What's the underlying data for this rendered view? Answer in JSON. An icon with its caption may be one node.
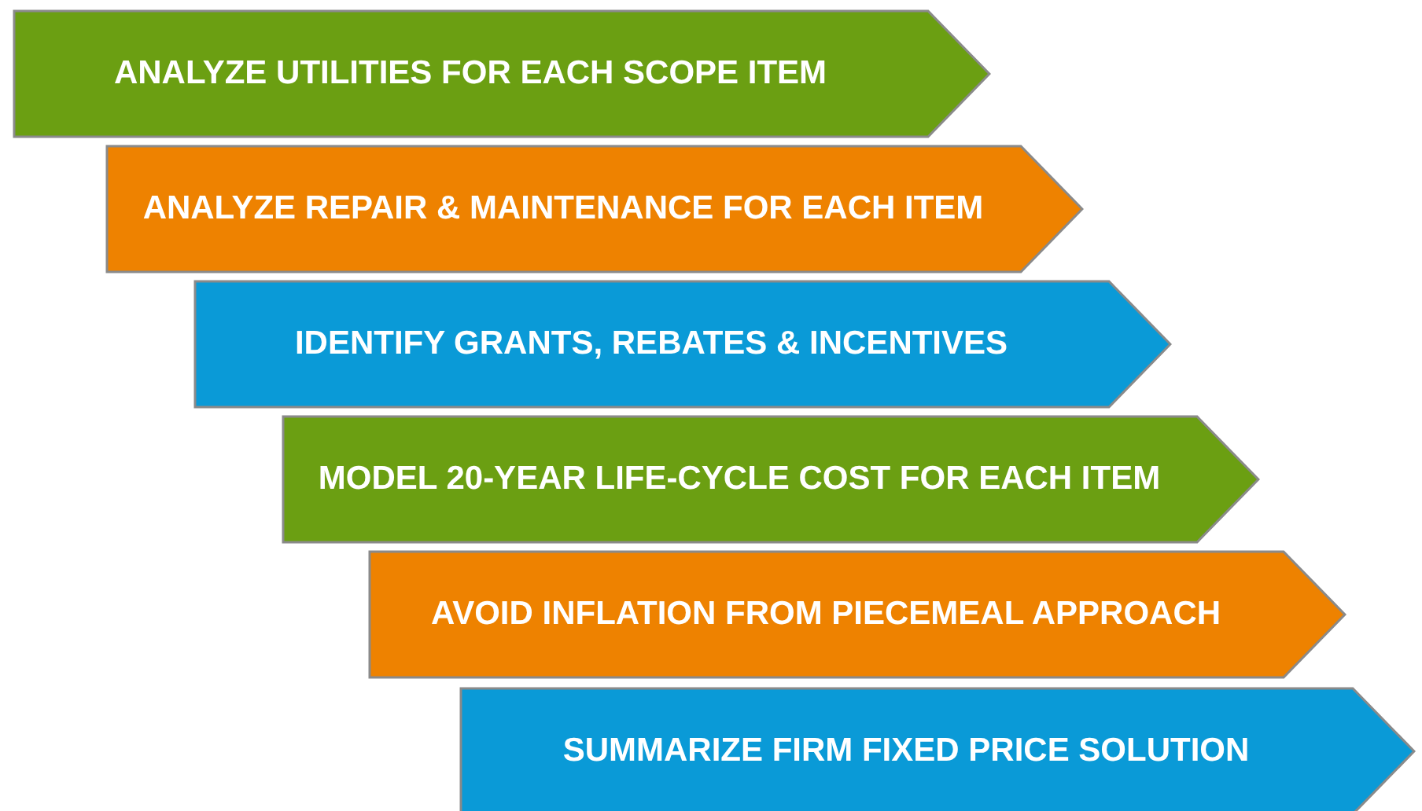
{
  "diagram": {
    "nodes": [
      {
        "text": [
          "ANALYZE UTILITIES FOR EACH SCOPE ITEM"
        ]
      },
      {
        "text": [
          "ANALYZE REPAIR & MAINTENANCE FOR EACH ITEM"
        ]
      },
      {
        "text": [
          "IDENTIFY GRANTS, REBATES & INCENTIVES"
        ]
      },
      {
        "text": [
          "MODEL 20-YEAR LIFE-CYCLE COST FOR EACH ITEM"
        ]
      },
      {
        "text": [
          "AVOID INFLATION FROM PIECEMEAL APPROACH"
        ]
      },
      {
        "text": [
          "SUMMARIZE FIRM FIXED PRICE SOLUTION"
        ]
      }
    ]
  }
}
